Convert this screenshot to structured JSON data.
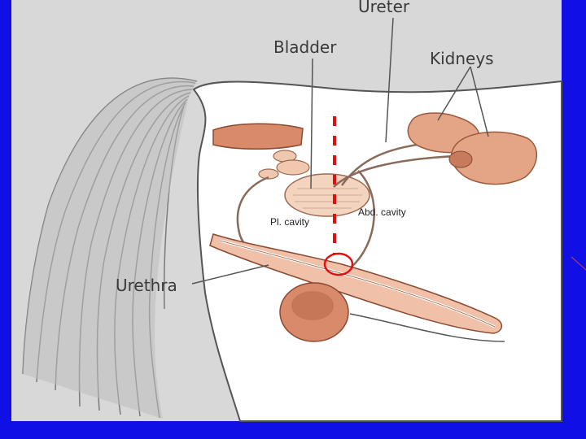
{
  "labels": {
    "ureter": "Ureter",
    "bladder": "Bladder",
    "kidneys": "Kidneys",
    "urethra": "Urethra",
    "pl_cavity": "Pl. cavity",
    "abd_cavity": "Abd. cavity"
  },
  "colors": {
    "background": "#1010e6",
    "panel": "#d8d8d8",
    "body": "#ffffff",
    "organ": "#e3a585",
    "organ_dark": "#b86a4c",
    "line": "#555555",
    "marker": "#e01010"
  }
}
